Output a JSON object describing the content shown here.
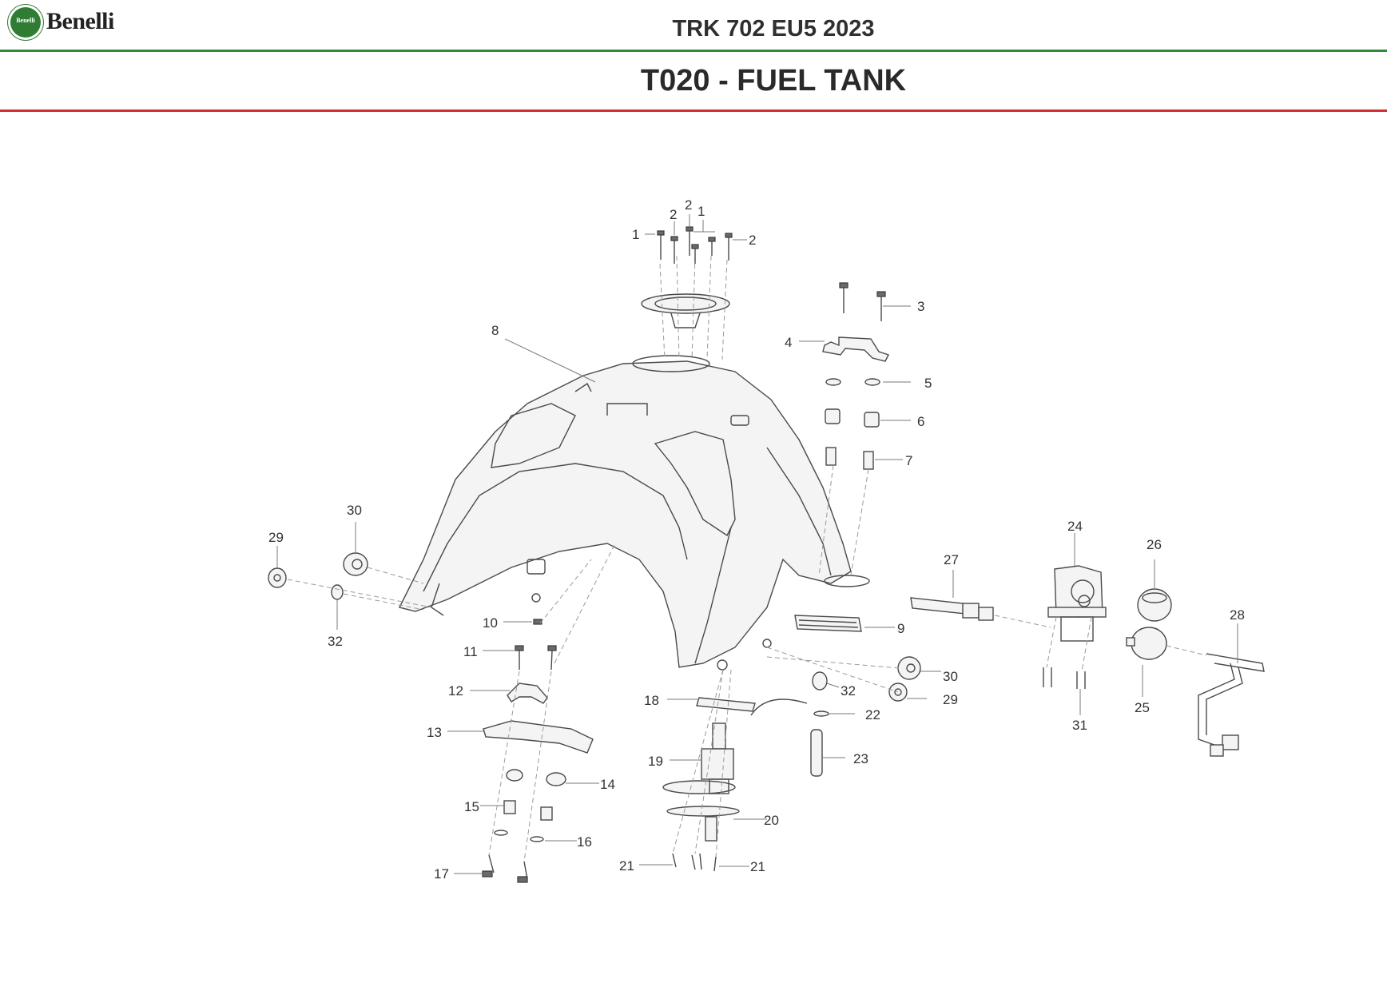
{
  "header": {
    "brand": "Benelli",
    "badge_text": "Benelli",
    "model": "TRK 702 EU5 2023",
    "section": "T020 - FUEL TANK",
    "colors": {
      "green_rule": "#2e8b3a",
      "red_rule": "#d32f2f",
      "logo_green": "#2e7d32"
    }
  },
  "callouts": [
    {
      "id": "c1a",
      "text": "1"
    },
    {
      "id": "c1b",
      "text": "1"
    },
    {
      "id": "c2a",
      "text": "2"
    },
    {
      "id": "c2b",
      "text": "2"
    },
    {
      "id": "c2c",
      "text": "2"
    },
    {
      "id": "c3",
      "text": "3"
    },
    {
      "id": "c4",
      "text": "4"
    },
    {
      "id": "c5",
      "text": "5"
    },
    {
      "id": "c6",
      "text": "6"
    },
    {
      "id": "c7",
      "text": "7"
    },
    {
      "id": "c8",
      "text": "8"
    },
    {
      "id": "c9",
      "text": "9"
    },
    {
      "id": "c10",
      "text": "10"
    },
    {
      "id": "c11",
      "text": "11"
    },
    {
      "id": "c12",
      "text": "12"
    },
    {
      "id": "c13",
      "text": "13"
    },
    {
      "id": "c14",
      "text": "14"
    },
    {
      "id": "c15",
      "text": "15"
    },
    {
      "id": "c16",
      "text": "16"
    },
    {
      "id": "c17",
      "text": "17"
    },
    {
      "id": "c18",
      "text": "18"
    },
    {
      "id": "c19",
      "text": "19"
    },
    {
      "id": "c20",
      "text": "20"
    },
    {
      "id": "c21a",
      "text": "21"
    },
    {
      "id": "c21b",
      "text": "21"
    },
    {
      "id": "c22",
      "text": "22"
    },
    {
      "id": "c23",
      "text": "23"
    },
    {
      "id": "c24",
      "text": "24"
    },
    {
      "id": "c25",
      "text": "25"
    },
    {
      "id": "c26",
      "text": "26"
    },
    {
      "id": "c27",
      "text": "27"
    },
    {
      "id": "c28",
      "text": "28"
    },
    {
      "id": "c29a",
      "text": "29"
    },
    {
      "id": "c29b",
      "text": "29"
    },
    {
      "id": "c30a",
      "text": "30"
    },
    {
      "id": "c30b",
      "text": "30"
    },
    {
      "id": "c31",
      "text": "31"
    },
    {
      "id": "c32a",
      "text": "32"
    },
    {
      "id": "c32b",
      "text": "32"
    }
  ]
}
